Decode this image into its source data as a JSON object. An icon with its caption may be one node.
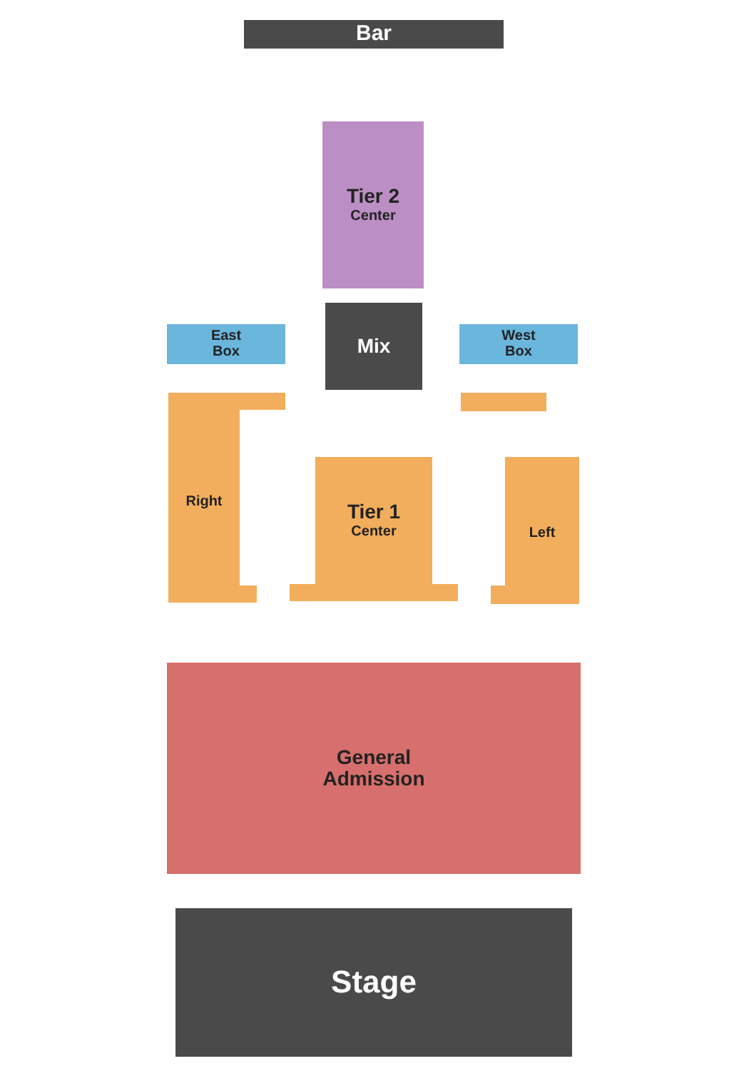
{
  "diagram": {
    "nodes": [
      {
        "text": [
          "Bar"
        ]
      },
      {
        "text": [
          "Tier 2",
          "Center"
        ]
      },
      {
        "text": [
          "East Box"
        ]
      },
      {
        "text": [
          "Mix"
        ]
      },
      {
        "text": [
          "West Box"
        ]
      },
      {
        "text": [],
        "shape": "bar"
      },
      {
        "text": [
          "Right"
        ]
      },
      {
        "text": [
          "Tier 1",
          "Center"
        ]
      },
      {
        "text": [
          "Left"
        ]
      },
      {
        "text": [
          "General Admission"
        ]
      },
      {
        "text": [
          "Stage"
        ]
      }
    ],
    "edges": []
  }
}
